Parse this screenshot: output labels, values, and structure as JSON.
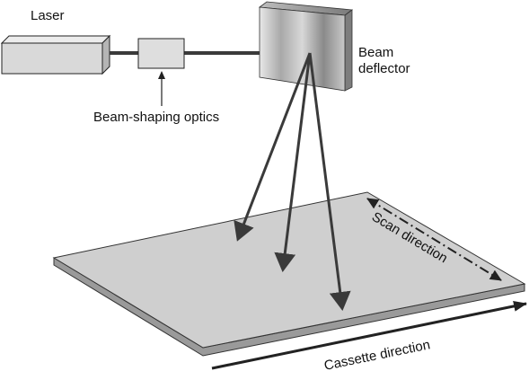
{
  "labels": {
    "laser": "Laser",
    "beam_shaping_optics": "Beam-shaping optics",
    "beam_deflector_line1": "Beam",
    "beam_deflector_line2": "deflector",
    "scan_direction": "Scan direction",
    "cassette_direction": "Cassette direction"
  },
  "colors": {
    "beam": "#3a3a3a",
    "plate_top": "#cfcfcf",
    "plate_side": "#9a9a9a",
    "laser_box": "#d9d9d9",
    "optics_box": "#dedede",
    "outline": "#222222"
  }
}
